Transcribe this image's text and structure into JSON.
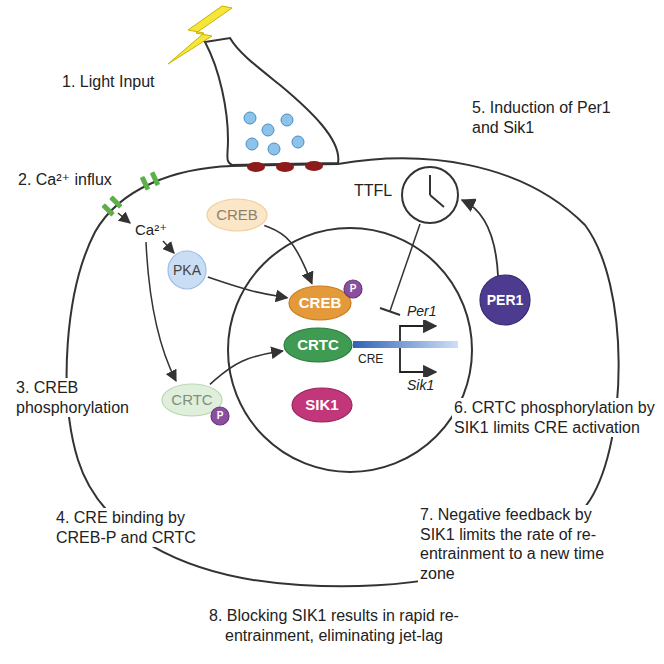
{
  "diagram": {
    "nodes": [
      {
        "text": [
          "CREB"
        ]
      },
      {
        "text": [
          "PKA"
        ]
      },
      {
        "text": [
          "CREB"
        ]
      },
      {
        "text": [
          "P"
        ]
      },
      {
        "text": [
          "CRTC"
        ]
      },
      {
        "text": [
          "CRTC"
        ]
      },
      {
        "text": [
          "P"
        ]
      },
      {
        "text": [
          "SIK1"
        ]
      },
      {
        "text": [
          "PER1"
        ]
      }
    ],
    "edges": [
      {
        "from": 0,
        "to": 2,
        "arrow": "to"
      },
      {
        "from": 1,
        "to": 2,
        "arrow": "to"
      },
      {
        "from": 5,
        "to": 4,
        "arrow": "to"
      }
    ],
    "labels": [
      "1. Light Input",
      "2. Ca²⁺ influx",
      "Ca²⁺",
      "TTFL",
      "5. Induction of Per1 and Sik1",
      "Per1",
      "CRE",
      "Sik1",
      "3. CREB phosphorylation",
      "6. CRTC phosphorylation by SIK1 limits CRE activation",
      "4. CRE binding by CREB-P and CRTC",
      "7. Negative feedback by SIK1 limits the rate of re-entrainment to a new time zone",
      "8. Blocking SIK1 results in rapid re-entrainment, eliminating jet-lag"
    ]
  }
}
